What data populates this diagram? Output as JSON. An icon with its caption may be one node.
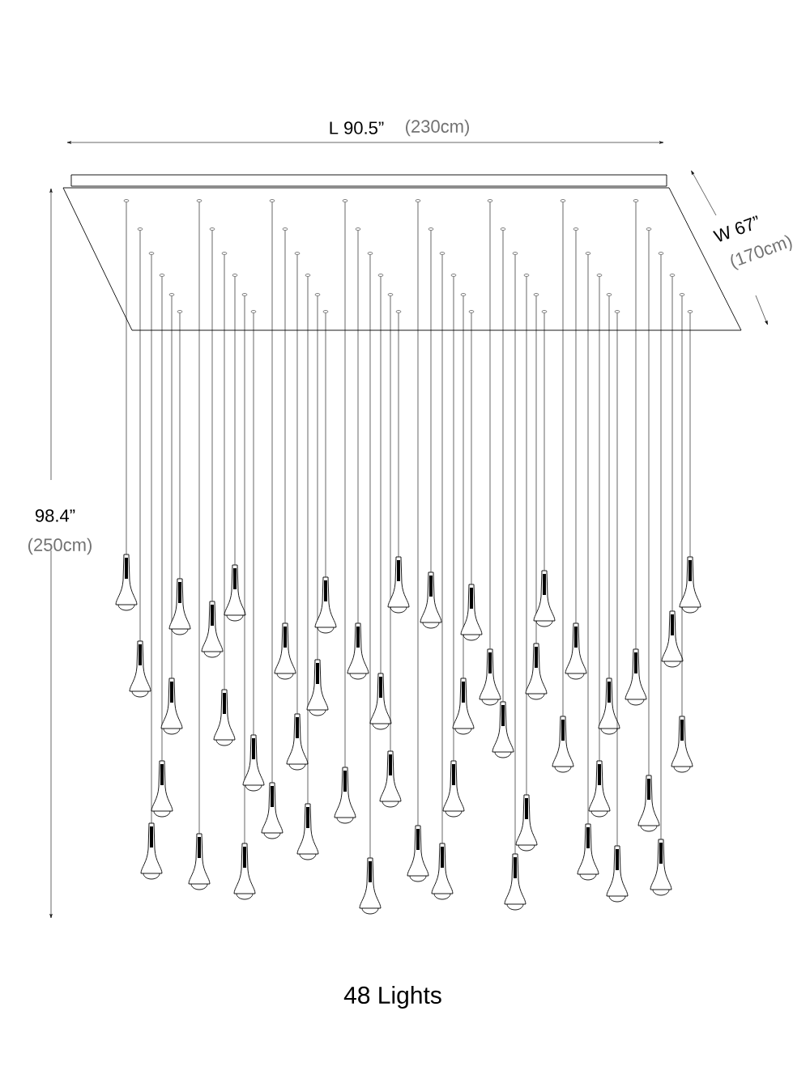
{
  "diagram": {
    "caption": "48 Lights",
    "labels": [
      "L 90.5”",
      "(230cm)",
      "W 67”",
      "(170cm)",
      "98.4”",
      "(250cm)"
    ]
  }
}
